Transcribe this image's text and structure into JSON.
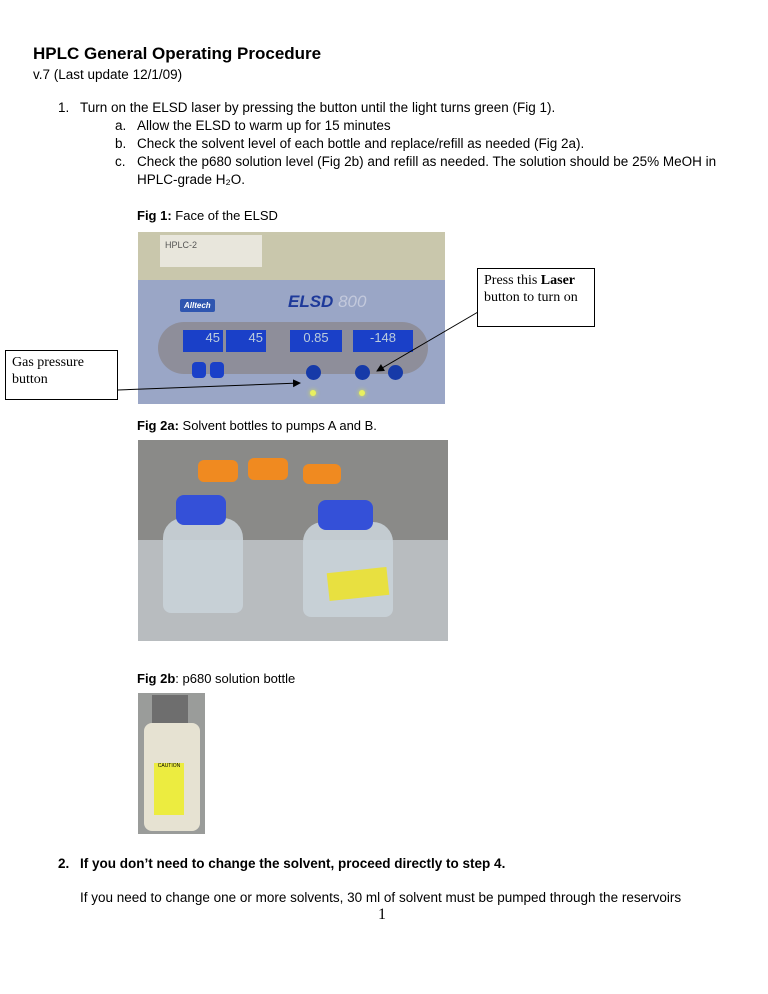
{
  "header": {
    "title": "HPLC General Operating Procedure",
    "version": "v.7 (Last update 12/1/09)"
  },
  "steps": [
    {
      "num": "1.",
      "text": "Turn on the ELSD laser by pressing the button until the light turns green (Fig 1).",
      "sub": [
        {
          "letter": "a.",
          "text": "Allow the ELSD to warm up for 15 minutes"
        },
        {
          "letter": "b.",
          "text": "Check the solvent level of each bottle and replace/refill as needed (Fig 2a)."
        },
        {
          "letter": "c.",
          "text": "Check the p680 solution level (Fig 2b) and refill as needed. The solution should be 25% MeOH in",
          "text2": "HPLC-grade H₂O."
        }
      ]
    },
    {
      "num": "2.",
      "text": "If you don’t need to change the solvent, proceed directly to step 4.",
      "para": "If you need to change one or more solvents, 30 ml of solvent must be pumped through the reservoirs"
    }
  ],
  "figures": {
    "fig1": {
      "label": "Fig 1:",
      "caption": " Face of the ELSD",
      "photo_text": {
        "brand": "Alltech",
        "model": "ELSD",
        "model_num": "800",
        "d1": "45",
        "d2": "45",
        "d3": "0.85",
        "d4": "-148",
        "tag": "HPLC-2"
      }
    },
    "fig2a": {
      "label": "Fig 2a:",
      "caption": " Solvent bottles to pumps A and B."
    },
    "fig2b": {
      "label": "Fig 2b",
      "caption": ": p680 solution bottle",
      "photo_text": {
        "label": "CAUTION"
      }
    }
  },
  "callouts": {
    "laser_pre": "Press this ",
    "laser_bold": "Laser",
    "laser_post": " button to turn on",
    "gas": "Gas pressure button"
  },
  "footer": {
    "page_number": "1"
  }
}
